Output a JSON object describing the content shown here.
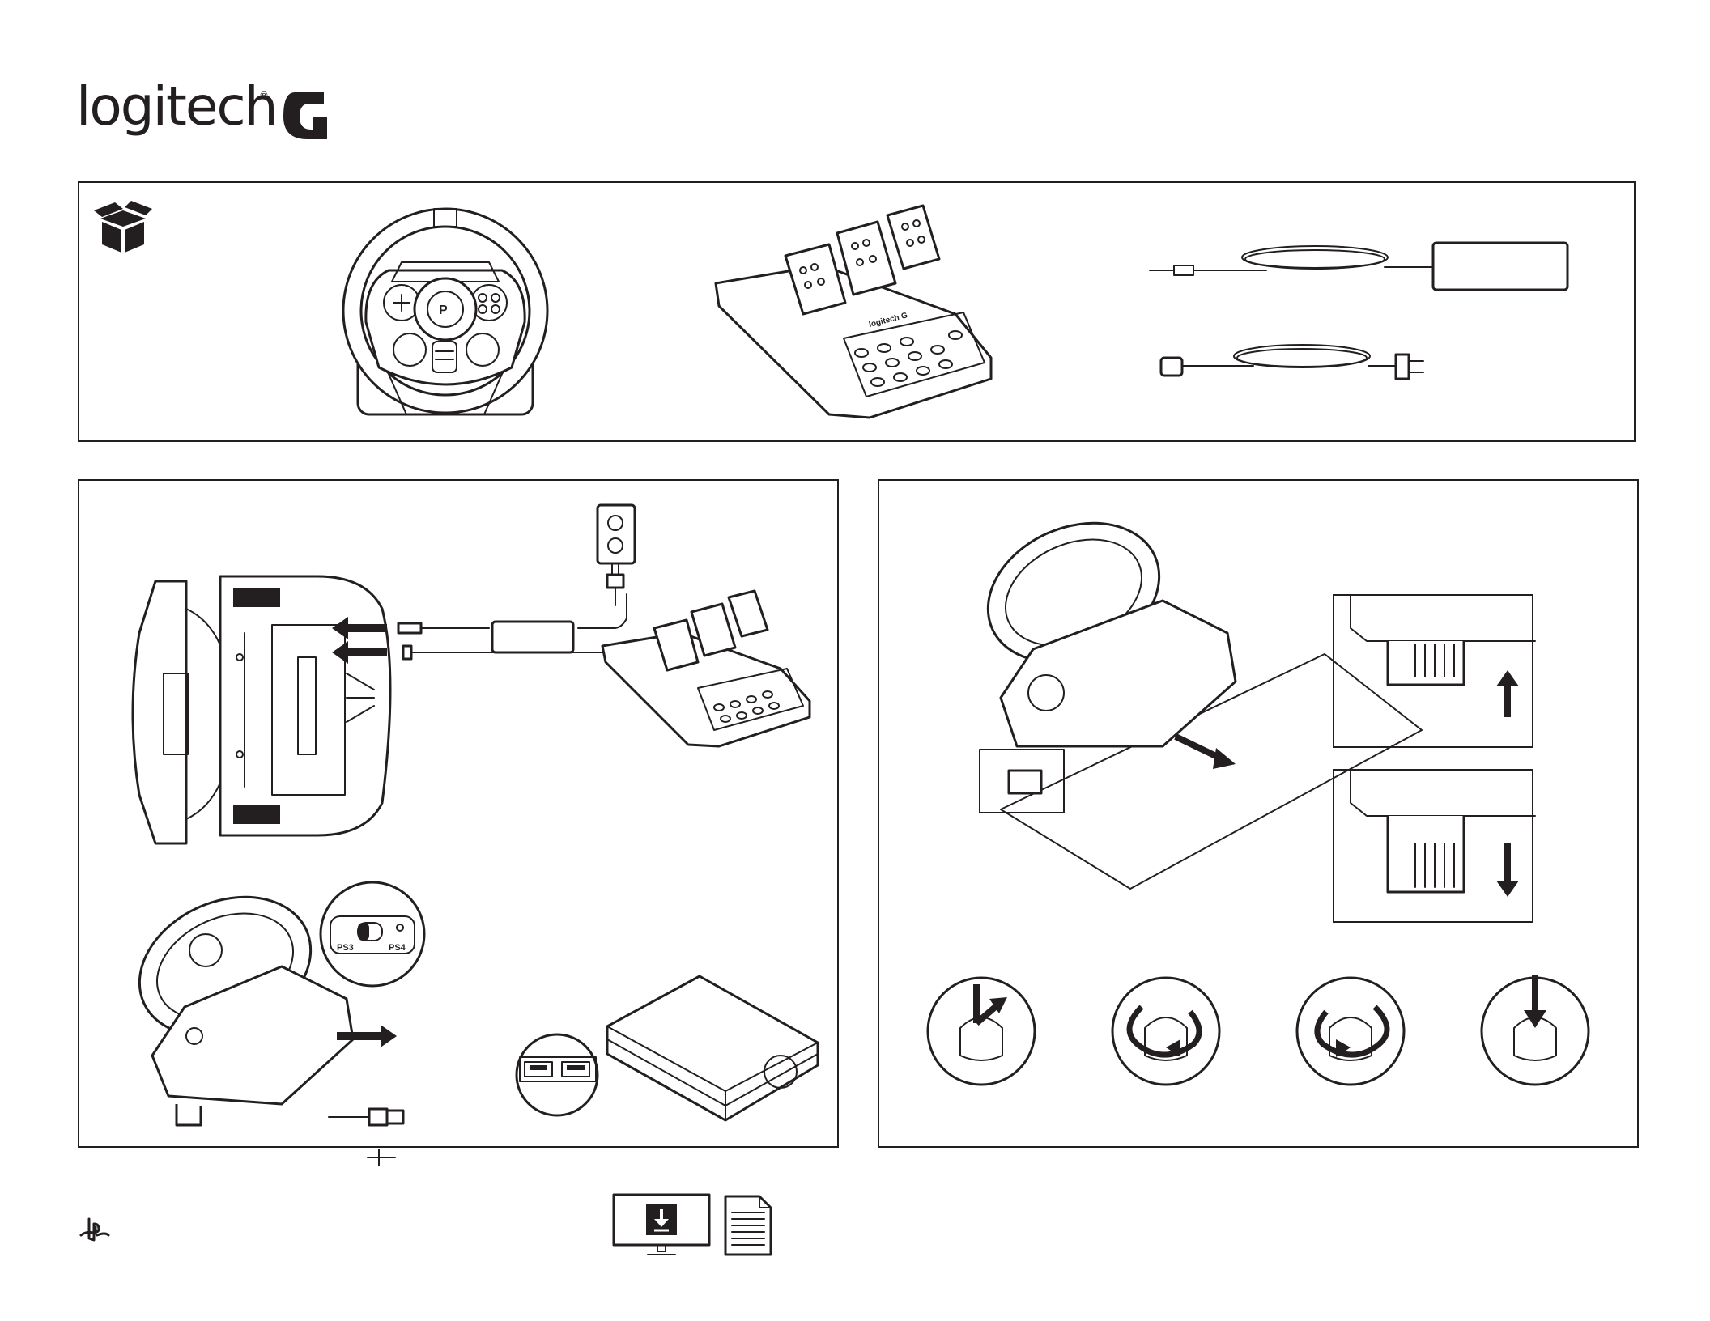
{
  "brand": {
    "logo_text": "logitech",
    "logo_mark": "G",
    "registered_mark": "®"
  },
  "box_contents": {
    "icon": "open-box-icon",
    "items": [
      "racing-wheel",
      "pedal-unit",
      "power-adapter",
      "power-cord"
    ]
  },
  "setup": {
    "switch_labels": {
      "left": "PS3",
      "right": "PS4"
    },
    "usb_symbol": "usb-icon",
    "pedal_brand": "logitech G",
    "wheel_brand": "logitech G"
  },
  "mounting": {
    "clamp_directions": [
      "up",
      "down"
    ],
    "knob_steps": [
      "push-down-turn",
      "rotate-clockwise",
      "rotate-counterclockwise",
      "push-down"
    ]
  },
  "footer": {
    "playstation_icon": "playstation-icon",
    "download_icon": "monitor-download-icon",
    "document_icon": "document-icon"
  },
  "colors": {
    "ink": "#231f20",
    "paper": "#ffffff"
  }
}
